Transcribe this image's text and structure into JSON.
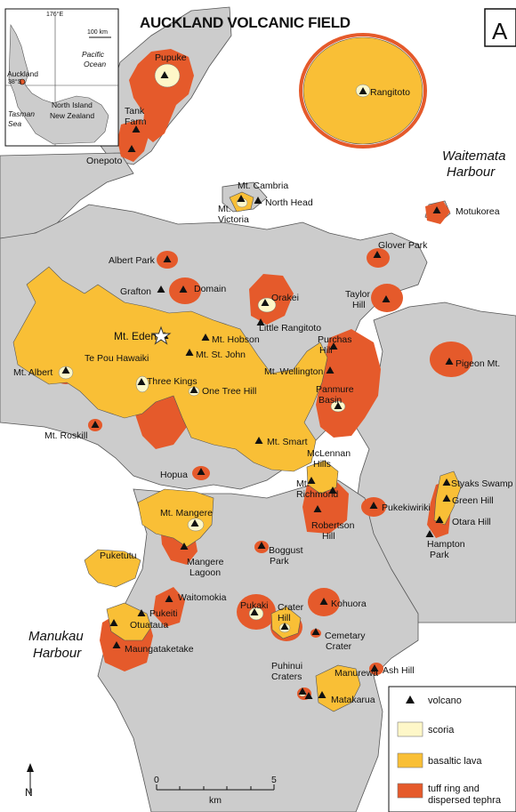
{
  "title": "AUCKLAND VOLCANIC FIELD",
  "panel_letter": "A",
  "harbours": {
    "waitemata_1": "Waitemata",
    "waitemata_2": "Harbour",
    "manukau_1": "Manukau",
    "manukau_2": "Harbour"
  },
  "highlight": {
    "eden": "Mt. Eden"
  },
  "volcanoes": {
    "pupuke": "Pupuke",
    "tank_farm_1": "Tank",
    "tank_farm_2": "Farm",
    "onepoto": "Onepoto",
    "rangitoto": "Rangitoto",
    "mt_cambria": "Mt. Cambria",
    "mt_victoria_1": "Mt.",
    "mt_victoria_2": "Victoria",
    "north_head": "North Head",
    "motukorea": "Motukorea",
    "glover_park": "Glover Park",
    "albert_park": "Albert Park",
    "grafton": "Grafton",
    "domain": "Domain",
    "orakei": "Orakei",
    "taylor_hill_1": "Taylor",
    "taylor_hill_2": "Hill",
    "little_rangitoto": "Little Rangitoto",
    "mt_hobson": "Mt. Hobson",
    "mt_st_john": "Mt. St. John",
    "purchas_hill_1": "Purchas",
    "purchas_hill_2": "Hill",
    "te_pou_hawaiki": "Te Pou Hawaiki",
    "mt_albert": "Mt. Albert",
    "mt_wellington": "Mt. Wellington",
    "pigeon_mt": "Pigeon Mt.",
    "one_tree_hill": "One Tree Hill",
    "three_kings": "Three Kings",
    "panmure_1": "Panmure",
    "panmure_2": "Basin",
    "mt_roskill": "Mt. Roskill",
    "mt_smart": "Mt. Smart",
    "mclennan_1": "McLennan",
    "mclennan_2": "Hills",
    "hopua": "Hopua",
    "mt_richmond_1": "Mt.",
    "mt_richmond_2": "Richmond",
    "styaks_swamp": "Styaks Swamp",
    "green_hill": "Green Hill",
    "pukekiwiriki": "Pukekiwiriki",
    "otara_hill": "Otara Hill",
    "robertson_hill_1": "Robertson",
    "robertson_hill_2": "Hill",
    "hampton_park_1": "Hampton",
    "hampton_park_2": "Park",
    "mt_mangere": "Mt. Mangere",
    "boggust_park_1": "Boggust",
    "boggust_park_2": "Park",
    "puketutu": "Puketutu",
    "mangere_lagoon_1": "Mangere",
    "mangere_lagoon_2": "Lagoon",
    "waitomokia": "Waitomokia",
    "pukeiti": "Pukeiti",
    "otuataua": "Otuataua",
    "maungataketake": "Maungataketake",
    "pukaki": "Pukaki",
    "crater_hill_1": "Crater",
    "crater_hill_2": "Hill",
    "kohuora": "Kohuora",
    "cemetary_crater_1": "Cemetary",
    "cemetary_crater_2": "Crater",
    "puhinui_1": "Puhinui",
    "puhinui_2": "Craters",
    "manurewa": "Manurewa",
    "ash_hill": "Ash Hill",
    "matakarua": "Matakarua"
  },
  "inset": {
    "lon": "176°E",
    "lat": "38°S",
    "scale": "100 km",
    "pacific_1": "Pacific",
    "pacific_2": "Ocean",
    "auckland": "Auckland",
    "north_island_1": "North Island",
    "north_island_2": "New Zealand",
    "tasman_1": "Tasman",
    "tasman_2": "Sea"
  },
  "legend": {
    "volcano": "volcano",
    "scoria": "scoria",
    "lava": "basaltic lava",
    "tephra_1": "tuff ring and",
    "tephra_2": "dispersed tephra"
  },
  "scalebar": {
    "zero": "0",
    "five": "5",
    "unit": "km"
  },
  "north": "N",
  "colors": {
    "sea": "#ffffff",
    "land": "#cccccc",
    "tephra": "#e55a2b",
    "lava": "#f9bf36",
    "scoria": "#fef7c8"
  }
}
